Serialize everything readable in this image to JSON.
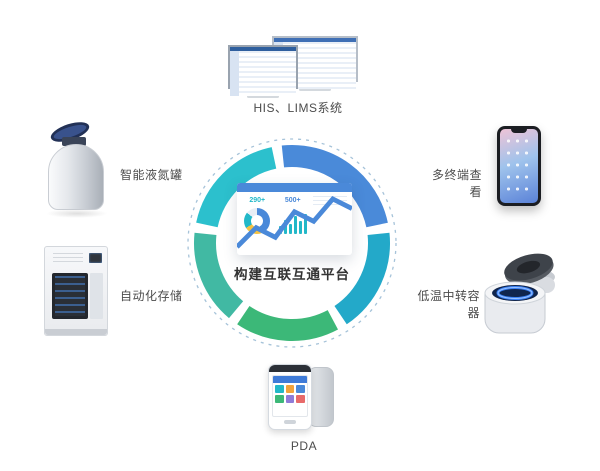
{
  "diagram": {
    "center": {
      "title": "构建互联互通平台",
      "dashboard": {
        "nav_color": "#4a89d9",
        "stats": [
          {
            "value": "290+",
            "color": "#22b8c8"
          },
          {
            "value": "500+",
            "color": "#4a89d9"
          }
        ],
        "donut_colors": [
          "#4a89d9",
          "#f5c242",
          "#22b8c8",
          "#e8eef5"
        ],
        "bars": [
          8,
          14,
          10,
          18,
          13,
          20
        ],
        "bar_color": "#22b8c8",
        "line_color": "#4a89d9"
      },
      "ring": {
        "dash_color": "#a6c3d9",
        "segments": [
          {
            "start": -78,
            "span": 66,
            "color": "#2cc0cd"
          },
          {
            "start": -6,
            "span": 84,
            "color": "#4a8ad9"
          },
          {
            "start": 84,
            "span": 62,
            "color": "#23a9c9"
          },
          {
            "start": 152,
            "span": 62,
            "color": "#3cb878"
          },
          {
            "start": 220,
            "span": 56,
            "color": "#41b9a3"
          }
        ]
      }
    },
    "nodes": [
      {
        "id": "his-lims",
        "label": "HIS、LIMS系统"
      },
      {
        "id": "multi-terminal",
        "label": "多终端查看"
      },
      {
        "id": "transfer-container",
        "label": "低温中转容器"
      },
      {
        "id": "pda",
        "label": "PDA"
      },
      {
        "id": "auto-storage",
        "label": "自动化存储"
      },
      {
        "id": "nitrogen-tank",
        "label": "智能液氮罐"
      }
    ]
  }
}
